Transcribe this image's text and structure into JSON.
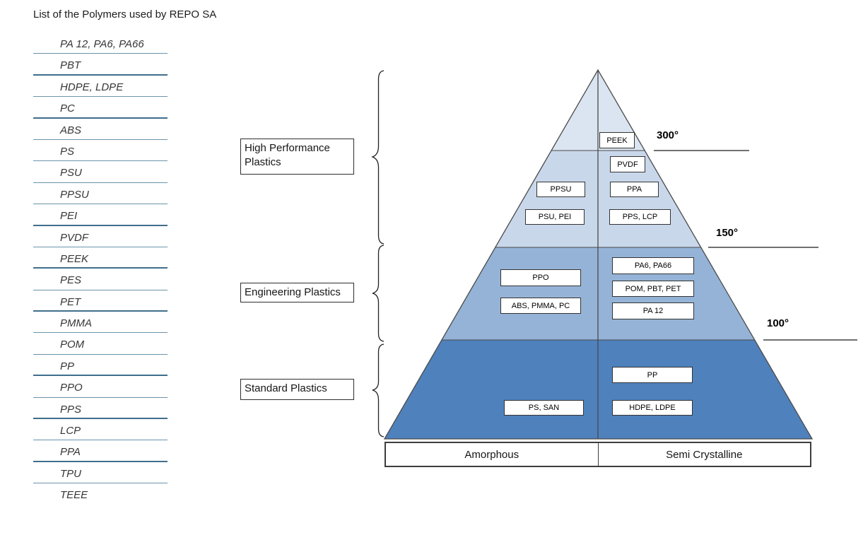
{
  "title": "List of the Polymers used by REPO SA",
  "polymer_list": {
    "items": [
      {
        "label": "PA 12, PA6, PA66",
        "thick_divider": false
      },
      {
        "label": "PBT",
        "thick_divider": true
      },
      {
        "label": "HDPE, LDPE",
        "thick_divider": false
      },
      {
        "label": "PC",
        "thick_divider": true
      },
      {
        "label": "ABS",
        "thick_divider": false
      },
      {
        "label": "PS",
        "thick_divider": false
      },
      {
        "label": "PSU",
        "thick_divider": false
      },
      {
        "label": "PPSU",
        "thick_divider": false
      },
      {
        "label": "PEI",
        "thick_divider": true
      },
      {
        "label": "PVDF",
        "thick_divider": false
      },
      {
        "label": "PEEK",
        "thick_divider": true
      },
      {
        "label": "PES",
        "thick_divider": false
      },
      {
        "label": "PET",
        "thick_divider": true
      },
      {
        "label": "PMMA",
        "thick_divider": false
      },
      {
        "label": "POM",
        "thick_divider": false
      },
      {
        "label": "PP",
        "thick_divider": true
      },
      {
        "label": "PPO",
        "thick_divider": false
      },
      {
        "label": "PPS",
        "thick_divider": true
      },
      {
        "label": "LCP",
        "thick_divider": false
      },
      {
        "label": "PPA",
        "thick_divider": true
      },
      {
        "label": "TPU",
        "thick_divider": false
      },
      {
        "label": "TEEE",
        "thick_divider": false,
        "no_divider": true
      }
    ]
  },
  "category_labels": {
    "high_performance": "High Performance Plastics",
    "engineering": "Engineering Plastics",
    "standard": "Standard Plastics"
  },
  "temperature_labels": {
    "t300": "300°",
    "t150": "150°",
    "t100": "100°"
  },
  "pyramid_boxes": {
    "peek": "PEEK",
    "pvdf": "PVDF",
    "ppsu": "PPSU",
    "ppa": "PPA",
    "psu_pei": "PSU, PEI",
    "pps_lcp": "PPS, LCP",
    "pa6_pa66": "PA6, PA66",
    "ppo": "PPO",
    "pom_pbt_pet": "POM, PBT, PET",
    "abs_pmma_pc": "ABS, PMMA, PC",
    "pa12": "PA 12",
    "pp": "PP",
    "ps_san": "PS, SAN",
    "hdpe_ldpe": "HDPE, LDPE"
  },
  "axis_table": {
    "left": "Amorphous",
    "right": "Semi Crystalline"
  },
  "colors": {
    "band_peak": "#dbe5f1",
    "band_high_performance": "#c9d7eb",
    "band_engineering": "#95b3d7",
    "band_standard": "#4f81bd",
    "outline": "#4a4a4a",
    "list_divider_thin": "#6b93ab",
    "list_divider_thick": "#3f6e8c"
  }
}
